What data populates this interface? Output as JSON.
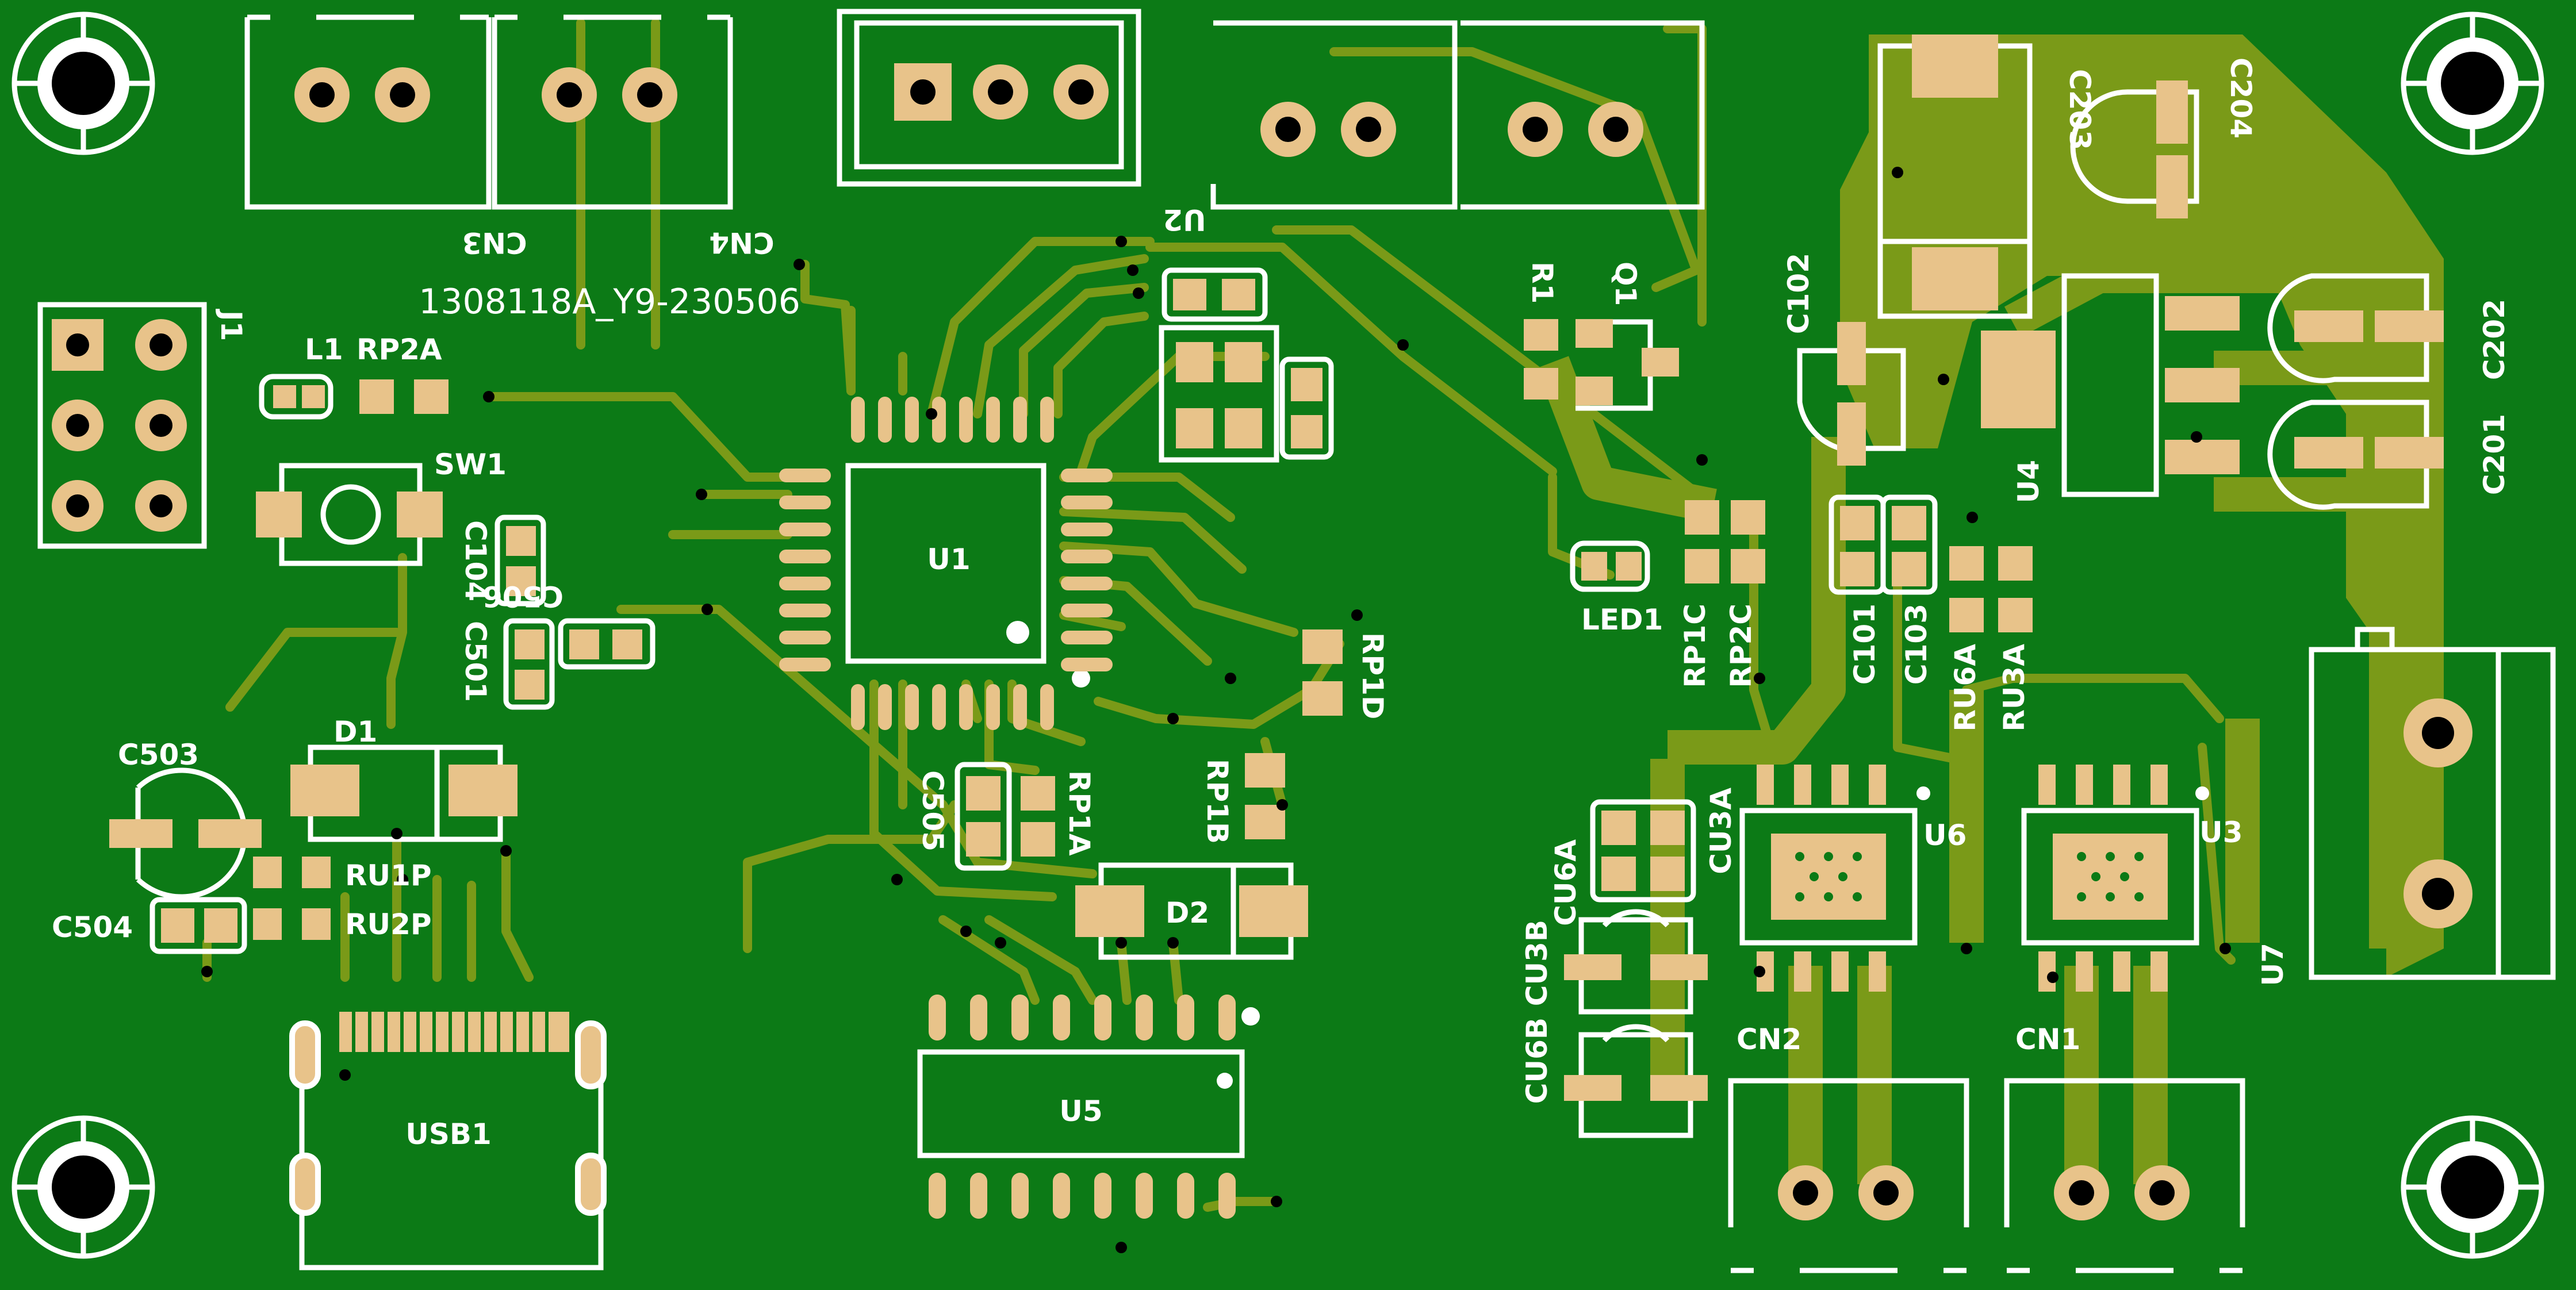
{
  "board": {
    "background": "#0c7a16",
    "copper_color": "#7a9a18",
    "pad_color": "#e8c38a",
    "silk_color": "#ffffff",
    "title": "1308118A_Y9-230506"
  },
  "labels": {
    "cn3": "CN3",
    "cn4": "CN4",
    "u2": "U2",
    "j1": "J1",
    "l1": "L1",
    "rp2a": "RP2A",
    "sw1": "SW1",
    "c104": "C104",
    "c506": "C506",
    "c501": "C501",
    "u1": "U1",
    "rp1d": "RP1D",
    "rp1b": "RP1B",
    "rp1a": "RP1A",
    "c505": "C505",
    "c503": "C503",
    "d1": "D1",
    "ru1p": "RU1P",
    "ru2p": "RU2P",
    "c504": "C504",
    "usb1": "USB1",
    "d2": "D2",
    "u5": "U5",
    "r1": "R1",
    "q1": "Q1",
    "led1": "LED1",
    "rp1c": "RP1C",
    "rp2c": "RP2C",
    "c102": "C102",
    "c203": "C203",
    "c204": "C204",
    "c202": "C202",
    "c201": "C201",
    "u4": "U4",
    "c101": "C101",
    "c103": "C103",
    "ru6a": "RU6A",
    "ru3a": "RU3A",
    "u6": "U6",
    "u3": "U3",
    "cu3a": "CU3A",
    "cu6a": "CU6A",
    "cu3b": "CU3B",
    "cu6b": "CU6B",
    "cn2": "CN2",
    "cn1": "CN1",
    "u7": "U7"
  }
}
